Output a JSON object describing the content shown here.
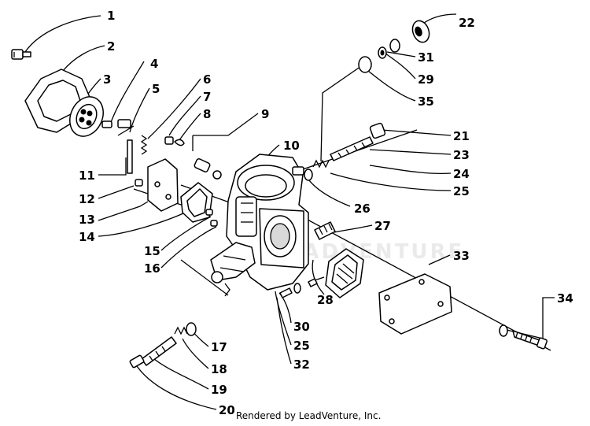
{
  "callouts": [
    "1",
    "2",
    "3",
    "4",
    "5",
    "6",
    "7",
    "8",
    "9",
    "10",
    "11",
    "12",
    "13",
    "14",
    "15",
    "16",
    "17",
    "18",
    "19",
    "20",
    "21",
    "22",
    "23",
    "24",
    "25",
    "26",
    "27",
    "28",
    "29",
    "30",
    "31",
    "32",
    "33",
    "34",
    "35",
    "25"
  ],
  "footer": "Rendered by LeadVenture, Inc.",
  "watermark": "LEADVENTURE"
}
